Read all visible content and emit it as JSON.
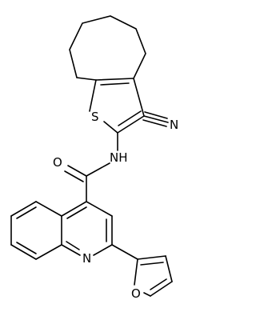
{
  "structure": {
    "atom_labels": {
      "thiophene_sulfur": "S",
      "nitrile_nitrogen": "N",
      "amide_nh": "NH",
      "carbonyl_oxygen": "O",
      "quinoline_nitrogen": "N",
      "furan_oxygen": "O"
    },
    "colors": {
      "bond": "#000000",
      "label": "#000000",
      "background": "#ffffff"
    }
  }
}
